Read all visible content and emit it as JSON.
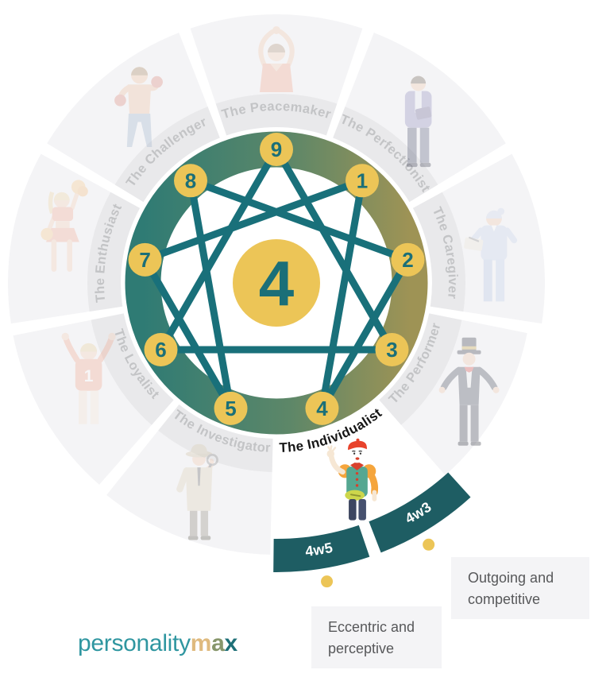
{
  "wheel": {
    "center_number": "4",
    "types": [
      {
        "number": "9",
        "label": "The Peacemaker",
        "angle": 0,
        "flipped": false,
        "selected": false,
        "illustration": "yoga-person"
      },
      {
        "number": "1",
        "label": "The Perfectionist",
        "angle": 40,
        "flipped": false,
        "selected": false,
        "illustration": "tablet-person"
      },
      {
        "number": "2",
        "label": "The Caregiver",
        "angle": 80,
        "flipped": false,
        "selected": false,
        "illustration": "nurse"
      },
      {
        "number": "3",
        "label": "The Performer",
        "angle": 120,
        "flipped": true,
        "selected": false,
        "illustration": "magician"
      },
      {
        "number": "4",
        "label": "The Individualist",
        "angle": 160,
        "flipped": true,
        "selected": true,
        "illustration": "mime"
      },
      {
        "number": "5",
        "label": "The Investigator",
        "angle": 200,
        "flipped": true,
        "selected": false,
        "illustration": "detective"
      },
      {
        "number": "6",
        "label": "The Loyalist",
        "angle": 240,
        "flipped": true,
        "selected": false,
        "illustration": "sports-fan",
        "jersey_number": "1"
      },
      {
        "number": "7",
        "label": "The Enthusiast",
        "angle": 280,
        "flipped": false,
        "selected": false,
        "illustration": "cheerleader"
      },
      {
        "number": "8",
        "label": "The Challenger",
        "angle": 320,
        "flipped": false,
        "selected": false,
        "illustration": "boxer"
      }
    ],
    "connections": [
      [
        "1",
        "4"
      ],
      [
        "4",
        "2"
      ],
      [
        "2",
        "8"
      ],
      [
        "8",
        "5"
      ],
      [
        "5",
        "7"
      ],
      [
        "7",
        "1"
      ],
      [
        "9",
        "3"
      ],
      [
        "3",
        "6"
      ],
      [
        "6",
        "9"
      ]
    ],
    "wings": [
      {
        "label": "4w5",
        "angle_start": 161.2,
        "angle_end": 180.6,
        "dot_angle": 170.4
      },
      {
        "label": "4w3",
        "angle_start": 137.8,
        "angle_end": 158.8,
        "dot_angle": 149.8
      }
    ]
  },
  "callouts": [
    {
      "id": "outgoing",
      "wing": "4w3",
      "text_lines": [
        "Outgoing and",
        "competitive"
      ]
    },
    {
      "id": "eccentric",
      "wing": "4w5",
      "text_lines": [
        "Eccentric and",
        "perceptive"
      ]
    }
  ],
  "logo": {
    "prefix": "personality",
    "suffix": [
      {
        "char": "m",
        "color": "#dfba7e"
      },
      {
        "char": "a",
        "color": "#87966b"
      },
      {
        "char": "x",
        "color": "#1e6f77"
      }
    ],
    "prefix_color": "#2f96a0"
  },
  "colors": {
    "node_fill": "#ecc557",
    "node_text": "#1b6f78",
    "line": "#19707a",
    "ring_start": "#2f7b74",
    "ring_end": "#9e9355",
    "segment": "#f4f4f6",
    "segment_band": "#e9e9eb",
    "segment_selected": "#ffffff",
    "label_gray": "#c3c4c6",
    "label_selected": "#161616",
    "wing_fill": "#1e5d63",
    "wing_text": "#ffffff",
    "dot": "#ecc557",
    "callout_bg": "#f4f4f6",
    "callout_text": "#57585a"
  }
}
